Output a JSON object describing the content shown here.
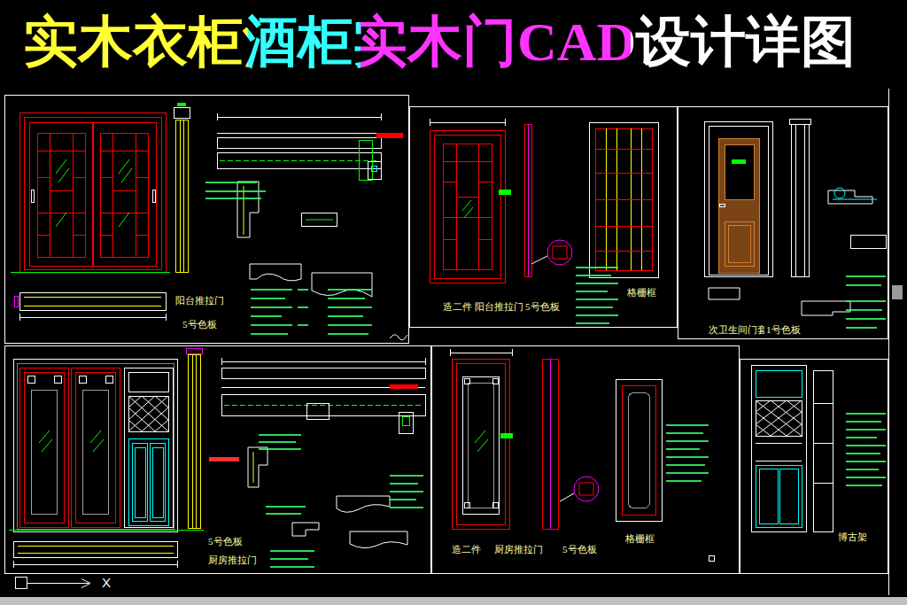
{
  "diagram": {
    "title": "实木衣柜酒柜实木门CAD设计详图",
    "nodes": [
      {
        "text": [
          "阳台推拉门",
          "5号色板"
        ]
      },
      {
        "text": [
          "造二件",
          "阳台推拉门",
          "5号色板",
          "格栅框"
        ]
      },
      {
        "text": [
          "次卫生间门套",
          "1号色板"
        ]
      },
      {
        "text": [
          "5号色板",
          "厨房推拉门"
        ]
      },
      {
        "text": [
          "造二件",
          "厨房推拉门",
          "5号色板",
          "格栅框"
        ]
      },
      {
        "text": [
          "博古架"
        ]
      }
    ],
    "labels": [
      "X"
    ]
  }
}
